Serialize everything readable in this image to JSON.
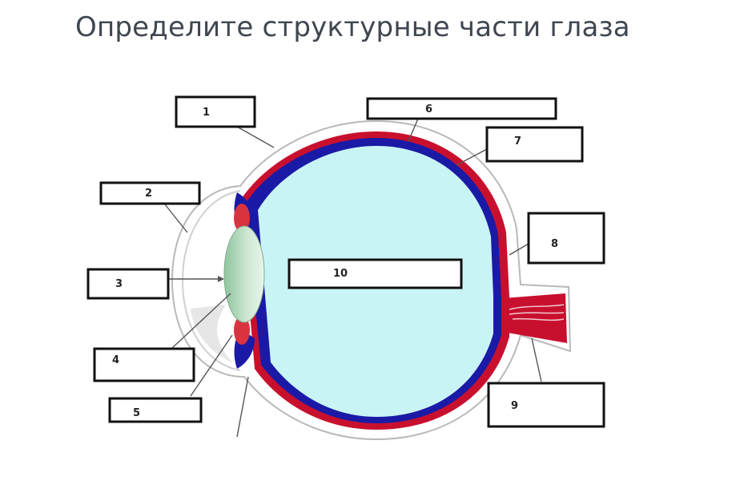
{
  "title": "Определите структурные части глаза",
  "labels": [
    {
      "id": "1",
      "text": "1"
    },
    {
      "id": "2",
      "text": "2"
    },
    {
      "id": "3",
      "text": "3"
    },
    {
      "id": "4",
      "text": "4"
    },
    {
      "id": "5",
      "text": "5"
    },
    {
      "id": "6",
      "text": "6"
    },
    {
      "id": "7",
      "text": "7"
    },
    {
      "id": "8",
      "text": "8"
    },
    {
      "id": "9",
      "text": "9"
    },
    {
      "id": "10",
      "text": "10"
    }
  ],
  "colors": {
    "title": "#3f4650",
    "sclera": "#ffffff",
    "choroid": "#c8102e",
    "retina": "#1a1aa6",
    "vitreous": "#c9f4f6",
    "lens": "#a9d3b4",
    "iris": "#d8333f",
    "optic_nerve": "#c8102e"
  }
}
